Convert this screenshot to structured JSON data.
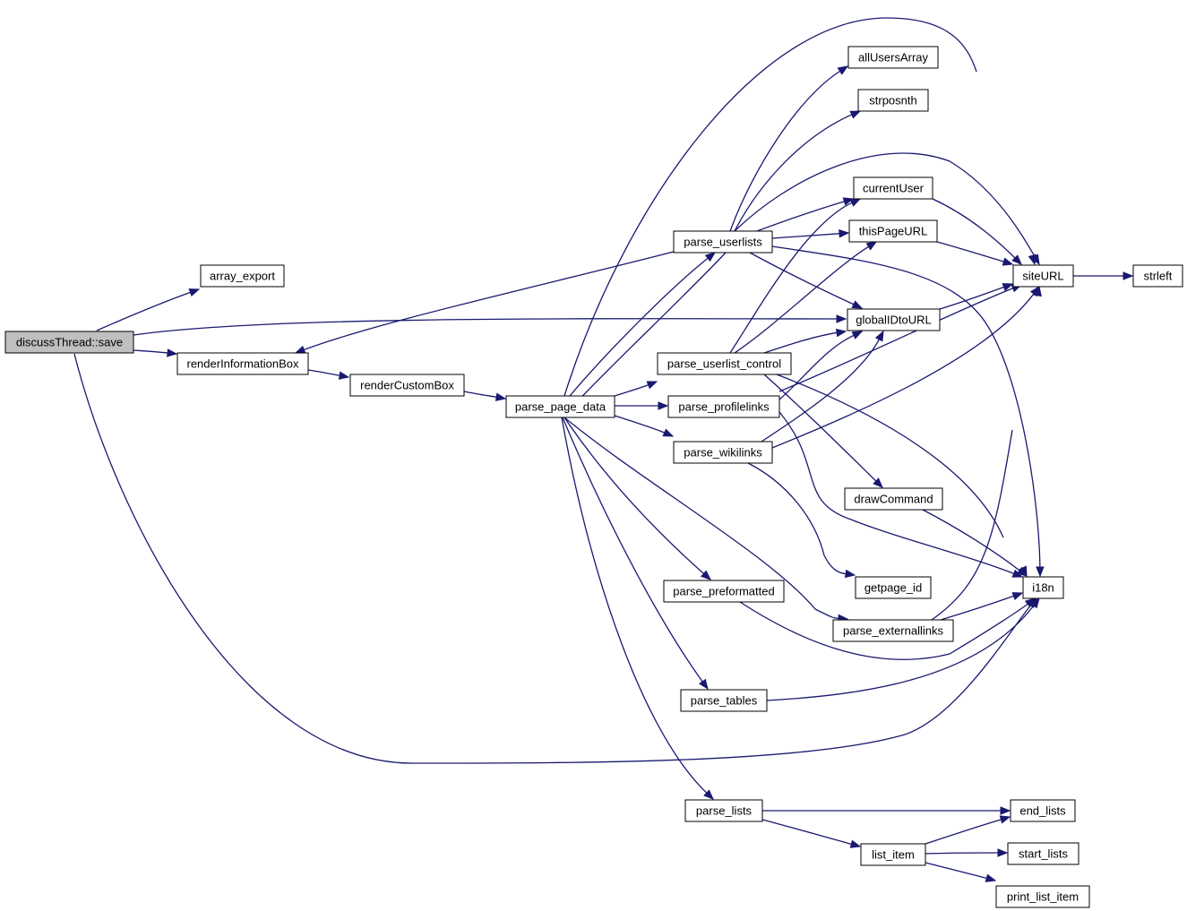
{
  "diagram": {
    "type": "call-graph",
    "colors": {
      "edge": "#191970",
      "node_border": "#000000",
      "root_fill": "#bfbfbf",
      "node_fill": "#ffffff"
    },
    "nodes": [
      {
        "id": "save",
        "label": "discussThread::save",
        "root": true
      },
      {
        "id": "array_export",
        "label": "array_export"
      },
      {
        "id": "renderInformationBox",
        "label": "renderInformationBox"
      },
      {
        "id": "renderCustomBox",
        "label": "renderCustomBox"
      },
      {
        "id": "parse_page_data",
        "label": "parse_page_data"
      },
      {
        "id": "parse_userlists",
        "label": "parse_userlists"
      },
      {
        "id": "parse_userlist_control",
        "label": "parse_userlist_control"
      },
      {
        "id": "parse_profilelinks",
        "label": "parse_profilelinks"
      },
      {
        "id": "parse_wikilinks",
        "label": "parse_wikilinks"
      },
      {
        "id": "parse_preformatted",
        "label": "parse_preformatted"
      },
      {
        "id": "parse_tables",
        "label": "parse_tables"
      },
      {
        "id": "parse_lists",
        "label": "parse_lists"
      },
      {
        "id": "allUsersArray",
        "label": "allUsersArray"
      },
      {
        "id": "strposnth",
        "label": "strposnth"
      },
      {
        "id": "currentUser",
        "label": "currentUser"
      },
      {
        "id": "thisPageURL",
        "label": "thisPageURL"
      },
      {
        "id": "globalIDtoURL",
        "label": "globalIDtoURL"
      },
      {
        "id": "drawCommand",
        "label": "drawCommand"
      },
      {
        "id": "getpage_id",
        "label": "getpage_id"
      },
      {
        "id": "parse_externallinks",
        "label": "parse_externallinks"
      },
      {
        "id": "list_item",
        "label": "list_item"
      },
      {
        "id": "siteURL",
        "label": "siteURL"
      },
      {
        "id": "strleft",
        "label": "strleft"
      },
      {
        "id": "i18n",
        "label": "i18n"
      },
      {
        "id": "end_lists",
        "label": "end_lists"
      },
      {
        "id": "start_lists",
        "label": "start_lists"
      },
      {
        "id": "print_list_item",
        "label": "print_list_item"
      }
    ],
    "edges": [
      {
        "from": "save",
        "to": "array_export"
      },
      {
        "from": "save",
        "to": "globalIDtoURL"
      },
      {
        "from": "save",
        "to": "renderInformationBox"
      },
      {
        "from": "save",
        "to": "i18n"
      },
      {
        "from": "parse_userlists",
        "to": "renderInformationBox"
      },
      {
        "from": "renderInformationBox",
        "to": "renderCustomBox"
      },
      {
        "from": "renderCustomBox",
        "to": "parse_page_data"
      },
      {
        "from": "parse_page_data",
        "to": "parse_userlists"
      },
      {
        "from": "parse_userlists",
        "to": "parse_page_data"
      },
      {
        "from": "parse_page_data",
        "to": "parse_userlist_control"
      },
      {
        "from": "parse_page_data",
        "to": "parse_profilelinks"
      },
      {
        "from": "parse_page_data",
        "to": "parse_wikilinks"
      },
      {
        "from": "parse_page_data",
        "to": "siteURL"
      },
      {
        "from": "parse_page_data",
        "to": "parse_preformatted"
      },
      {
        "from": "parse_page_data",
        "to": "parse_externallinks"
      },
      {
        "from": "parse_page_data",
        "to": "parse_tables"
      },
      {
        "from": "parse_page_data",
        "to": "parse_lists"
      },
      {
        "from": "parse_userlists",
        "to": "allUsersArray"
      },
      {
        "from": "parse_userlists",
        "to": "strposnth"
      },
      {
        "from": "parse_userlists",
        "to": "siteURL"
      },
      {
        "from": "parse_userlists",
        "to": "currentUser"
      },
      {
        "from": "parse_userlists",
        "to": "thisPageURL"
      },
      {
        "from": "parse_userlists",
        "to": "globalIDtoURL"
      },
      {
        "from": "parse_userlists",
        "to": "i18n"
      },
      {
        "from": "parse_userlist_control",
        "to": "currentUser"
      },
      {
        "from": "parse_userlist_control",
        "to": "thisPageURL"
      },
      {
        "from": "parse_userlist_control",
        "to": "globalIDtoURL"
      },
      {
        "from": "parse_userlist_control",
        "to": "drawCommand"
      },
      {
        "from": "parse_userlist_control",
        "to": "i18n"
      },
      {
        "from": "parse_profilelinks",
        "to": "globalIDtoURL"
      },
      {
        "from": "parse_profilelinks",
        "to": "siteURL"
      },
      {
        "from": "parse_profilelinks",
        "to": "i18n"
      },
      {
        "from": "parse_wikilinks",
        "to": "globalIDtoURL"
      },
      {
        "from": "parse_wikilinks",
        "to": "siteURL"
      },
      {
        "from": "parse_wikilinks",
        "to": "getpage_id"
      },
      {
        "from": "currentUser",
        "to": "siteURL"
      },
      {
        "from": "thisPageURL",
        "to": "siteURL"
      },
      {
        "from": "globalIDtoURL",
        "to": "siteURL"
      },
      {
        "from": "siteURL",
        "to": "strleft"
      },
      {
        "from": "drawCommand",
        "to": "i18n"
      },
      {
        "from": "parse_preformatted",
        "to": "i18n"
      },
      {
        "from": "parse_externallinks",
        "to": "i18n"
      },
      {
        "from": "parse_externallinks",
        "to": "siteURL"
      },
      {
        "from": "parse_tables",
        "to": "i18n"
      },
      {
        "from": "parse_lists",
        "to": "end_lists"
      },
      {
        "from": "parse_lists",
        "to": "list_item"
      },
      {
        "from": "list_item",
        "to": "end_lists"
      },
      {
        "from": "list_item",
        "to": "start_lists"
      },
      {
        "from": "list_item",
        "to": "print_list_item"
      }
    ]
  }
}
